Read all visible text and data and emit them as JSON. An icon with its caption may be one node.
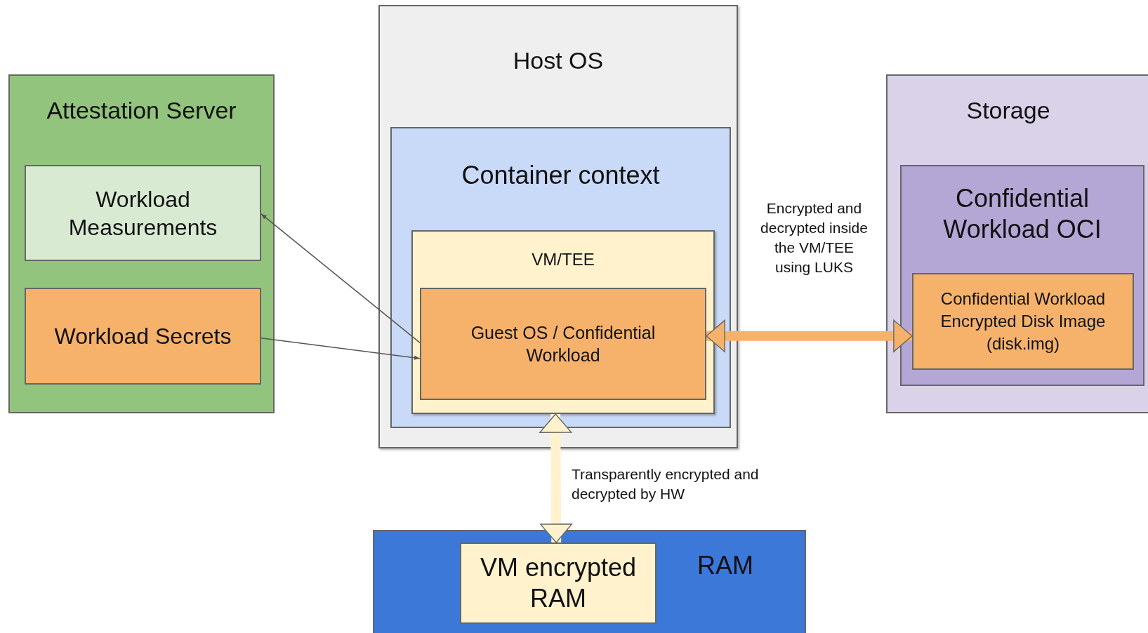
{
  "diagram": {
    "nodes": [
      {
        "text": [
          "Attestation Server"
        ]
      },
      {
        "text": [
          "Workload Measurements"
        ],
        "in": 0
      },
      {
        "text": [
          "Workload Secrets"
        ],
        "in": 0
      },
      {
        "text": [
          "Host OS"
        ]
      },
      {
        "text": [
          "Container context"
        ],
        "in": 3
      },
      {
        "text": [
          "VM/TEE"
        ],
        "in": 4
      },
      {
        "text": [
          "Guest OS / Confidential Workload"
        ],
        "in": 5
      },
      {
        "text": [
          "Storage"
        ]
      },
      {
        "text": [
          "Confidential Workload OCI"
        ],
        "in": 7
      },
      {
        "text": [
          "Confidential Workload Encrypted Disk Image (disk.img)"
        ],
        "in": 8
      },
      {
        "text": [
          "RAM"
        ]
      },
      {
        "text": [
          "VM encrypted RAM"
        ],
        "in": 10
      }
    ],
    "edges": [
      {
        "from": 6,
        "to": 1,
        "arrow": "to"
      },
      {
        "from": 2,
        "to": 6,
        "arrow": "to"
      },
      {
        "from": 6,
        "to": 9,
        "arrow": "both",
        "style": "thick",
        "color": "#f6b26b",
        "label": "Encrypted and decrypted inside the VM/TEE using LUKS"
      },
      {
        "from": 5,
        "to": 11,
        "arrow": "both",
        "style": "thick",
        "color": "#fff2cc",
        "label": "Transparently encrypted and decrypted by HW"
      }
    ]
  }
}
